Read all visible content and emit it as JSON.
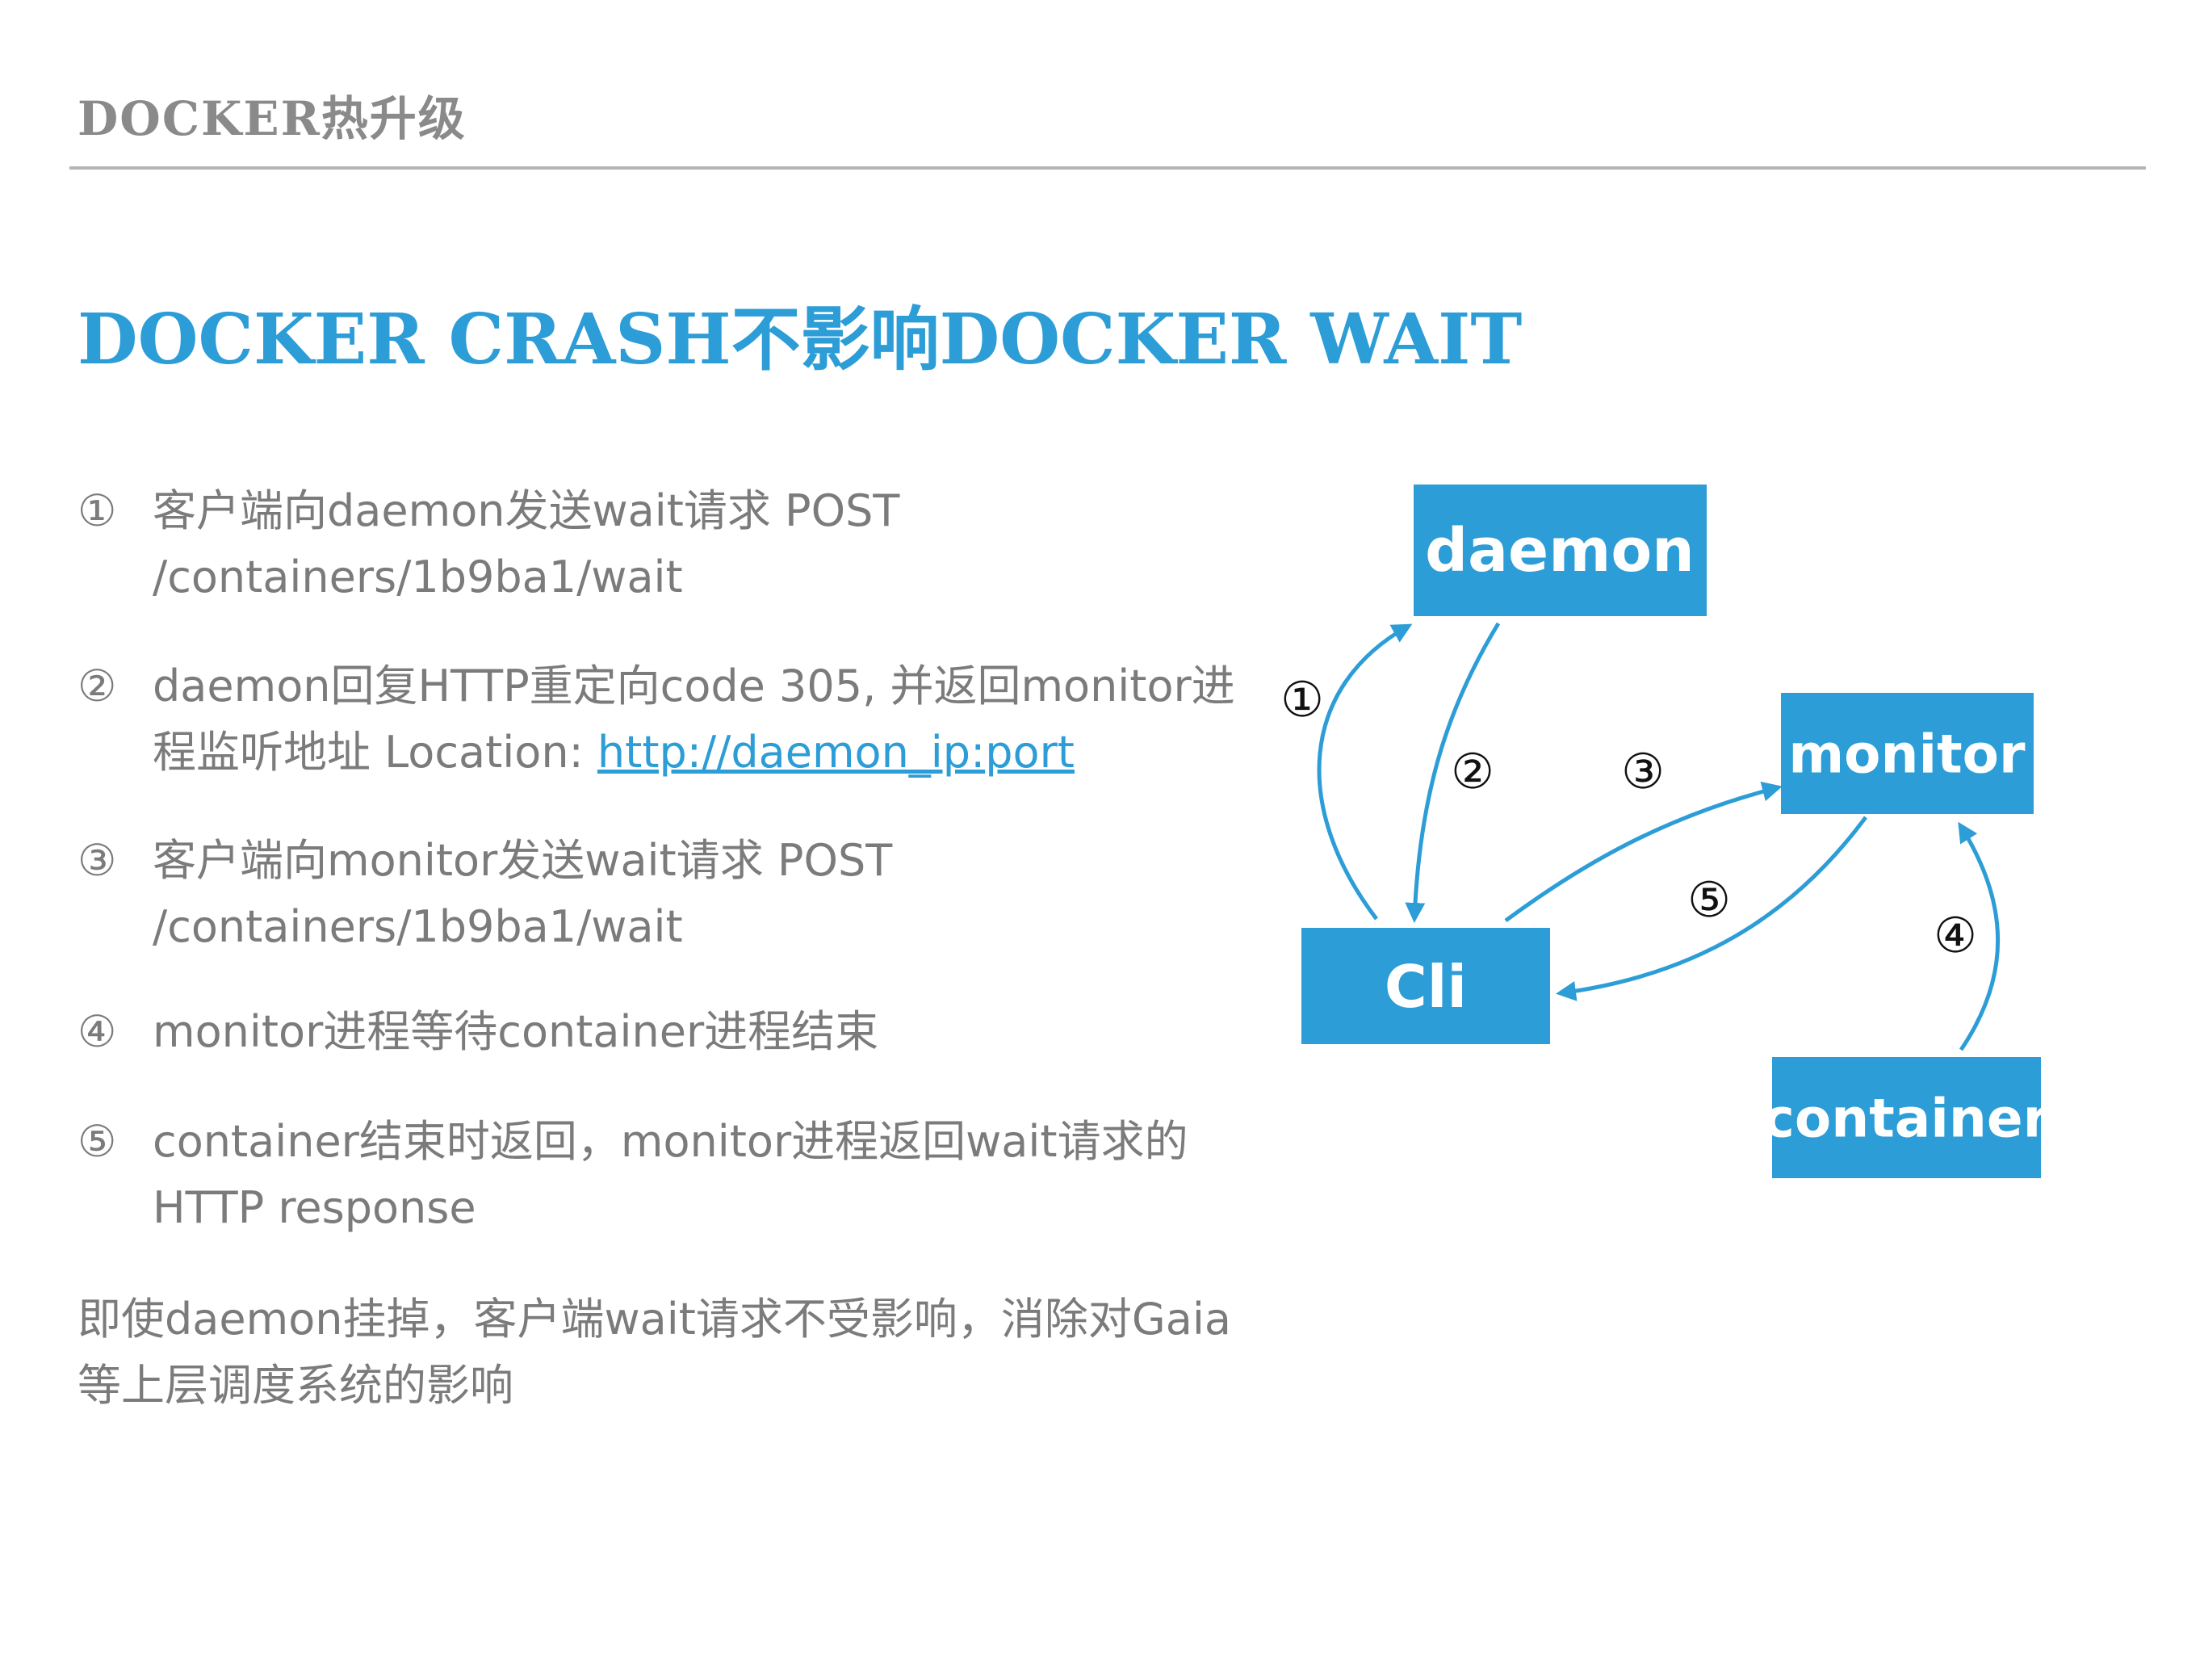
{
  "header": {
    "title": "DOCKER热升级"
  },
  "slide": {
    "title": "DOCKER CRASH不影响DOCKER WAIT"
  },
  "steps": [
    {
      "num": "①",
      "text": "客户端向daemon发送wait请求 POST /containers/1b9ba1/wait"
    },
    {
      "num": "②",
      "text": "daemon回复HTTP重定向code 305, 并返回monitor进程监听地址 Location: ",
      "link": "http://daemon_ip:port"
    },
    {
      "num": "③",
      "text": "客户端向monitor发送wait请求 POST /containers/1b9ba1/wait"
    },
    {
      "num": "④",
      "text": "monitor进程等待container进程结束"
    },
    {
      "num": "⑤",
      "text": "container结束时返回，monitor进程返回wait请求的HTTP response"
    }
  ],
  "summary": "即使daemon挂掉，客户端wait请求不受影响，消除对Gaia等上层调度系统的影响",
  "diagram": {
    "nodes": {
      "daemon": "daemon",
      "monitor": "monitor",
      "cli": "Cli",
      "container": "container"
    },
    "edge_labels": {
      "e1": "①",
      "e2": "②",
      "e3": "③",
      "e4": "④",
      "e5": "⑤"
    }
  },
  "colors": {
    "accent": "#2c9dd6",
    "body_text": "#7b7b7b",
    "header_text": "#8a8a8a",
    "rule": "#b5b5b5"
  }
}
